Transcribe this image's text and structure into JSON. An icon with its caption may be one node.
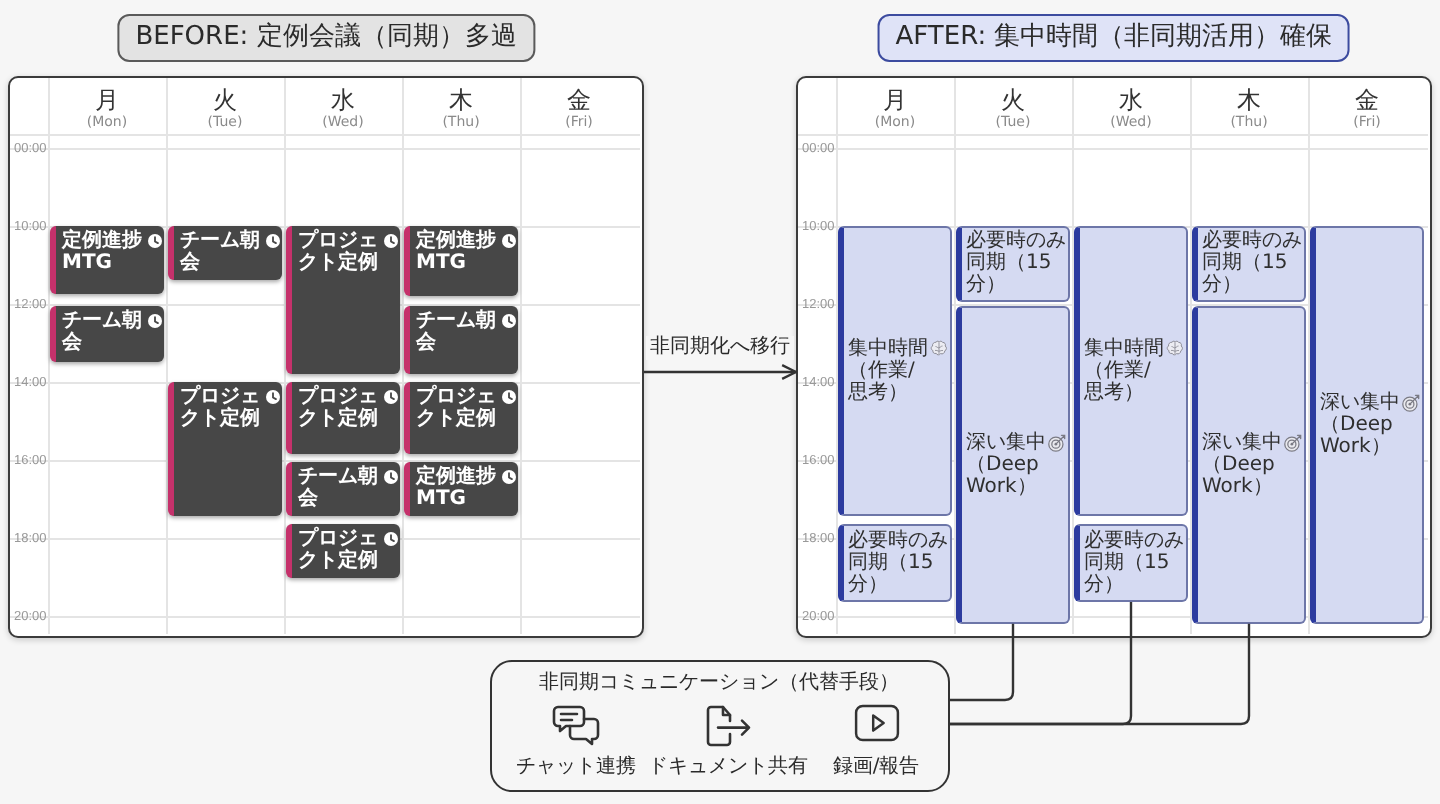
{
  "diagram": {
    "nodes": [
      {
        "text": [
          "BEFORE: 定例会議（同期）多過"
        ]
      },
      {
        "text": [
          "AFTER: 集中時間（非同期活用）確保"
        ]
      },
      {
        "text": [
          "月",
          "(Mon)",
          "火",
          "(Tue)",
          "水",
          "(Wed)",
          "木",
          "(Thu)",
          "金",
          "(Fri)",
          "00:00",
          "10:00",
          "12:00",
          "14:00",
          "16:00",
          "18:00",
          "20:00"
        ]
      },
      {
        "text": [
          "月",
          "(Mon)",
          "火",
          "(Tue)",
          "水",
          "(Wed)",
          "木",
          "(Thu)",
          "金",
          "(Fri)",
          "00:00",
          "10:00",
          "12:00",
          "14:00",
          "16:00",
          "18:00",
          "20:00"
        ]
      },
      {
        "text": [
          "定例進捗MTG"
        ],
        "in": 2
      },
      {
        "text": [
          "チーム朝会"
        ],
        "in": 2
      },
      {
        "text": [
          "チーム朝会"
        ],
        "in": 2
      },
      {
        "text": [
          "プロジェクト定例"
        ],
        "in": 2
      },
      {
        "text": [
          "プロジェクト定例"
        ],
        "in": 2
      },
      {
        "text": [
          "プロジェクト定例"
        ],
        "in": 2
      },
      {
        "text": [
          "チーム朝会"
        ],
        "in": 2
      },
      {
        "text": [
          "プロジェクト定例"
        ],
        "in": 2
      },
      {
        "text": [
          "定例進捗MTG"
        ],
        "in": 2
      },
      {
        "text": [
          "チーム朝会"
        ],
        "in": 2
      },
      {
        "text": [
          "プロジェクト定例"
        ],
        "in": 2
      },
      {
        "text": [
          "定例進捗MTG"
        ],
        "in": 2
      },
      {
        "text": [
          "集中時間（作業/思考）"
        ],
        "in": 3
      },
      {
        "text": [
          "必要時のみ同期（15分）"
        ],
        "in": 3
      },
      {
        "text": [
          "必要時のみ同期（15分）"
        ],
        "in": 3
      },
      {
        "text": [
          "深い集中（Deep Work）"
        ],
        "in": 3
      },
      {
        "text": [
          "集中時間（作業/思考）"
        ],
        "in": 3
      },
      {
        "text": [
          "必要時のみ同期（15分）"
        ],
        "in": 3
      },
      {
        "text": [
          "必要時のみ同期（15分）"
        ],
        "in": 3
      },
      {
        "text": [
          "深い集中（Deep Work）"
        ],
        "in": 3
      },
      {
        "text": [
          "深い集中（Deep Work）"
        ],
        "in": 3
      },
      {
        "text": [
          "非同期コミュニケーション（代替手段）",
          "チャット連携",
          "ドキュメント共有",
          "録画/報告"
        ]
      }
    ],
    "edges": [
      {
        "from": 2,
        "to": 3,
        "arrow": "to",
        "label": "非同期化へ移行"
      },
      {
        "from": 19,
        "to": 25,
        "arrow": "none"
      },
      {
        "from": 21,
        "to": 25,
        "arrow": "none"
      },
      {
        "from": 23,
        "to": 25,
        "arrow": "none"
      }
    ]
  }
}
